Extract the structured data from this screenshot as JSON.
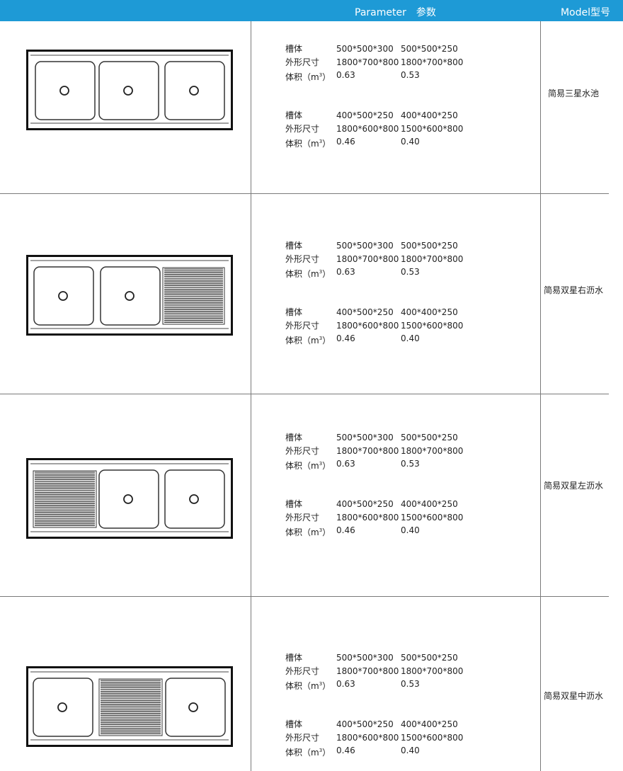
{
  "header": {
    "parameter_en": "Parameter",
    "parameter_cn": "参数",
    "model": "Model型号"
  },
  "labels": {
    "tank": "槽体",
    "dims": "外形尺寸",
    "volume_prefix": "体积（m",
    "volume_sup": "3",
    "volume_suffix": "）"
  },
  "rows": [
    {
      "model": "简易三星水池",
      "sink_type": "triple-bowl",
      "groups": [
        {
          "tank": [
            "500*500*300",
            "500*500*250"
          ],
          "dims": [
            "1800*700*800",
            "1800*700*800"
          ],
          "volume": [
            "0.63",
            "0.53"
          ]
        },
        {
          "tank": [
            "400*500*250",
            "400*400*250"
          ],
          "dims": [
            "1800*600*800",
            "1500*600*800"
          ],
          "volume": [
            "0.46",
            "0.40"
          ]
        }
      ]
    },
    {
      "model": "简易双星右沥水",
      "sink_type": "double-bowl-right-drainboard",
      "groups": [
        {
          "tank": [
            "500*500*300",
            "500*500*250"
          ],
          "dims": [
            "1800*700*800",
            "1800*700*800"
          ],
          "volume": [
            "0.63",
            "0.53"
          ]
        },
        {
          "tank": [
            "400*500*250",
            "400*400*250"
          ],
          "dims": [
            "1800*600*800",
            "1500*600*800"
          ],
          "volume": [
            "0.46",
            "0.40"
          ]
        }
      ]
    },
    {
      "model": "简易双星左沥水",
      "sink_type": "double-bowl-left-drainboard",
      "groups": [
        {
          "tank": [
            "500*500*300",
            "500*500*250"
          ],
          "dims": [
            "1800*700*800",
            "1800*700*800"
          ],
          "volume": [
            "0.63",
            "0.53"
          ]
        },
        {
          "tank": [
            "400*500*250",
            "400*400*250"
          ],
          "dims": [
            "1800*600*800",
            "1500*600*800"
          ],
          "volume": [
            "0.46",
            "0.40"
          ]
        }
      ]
    },
    {
      "model": "简易双星中沥水",
      "sink_type": "double-bowl-center-drainboard",
      "groups": [
        {
          "tank": [
            "500*500*300",
            "500*500*250"
          ],
          "dims": [
            "1800*700*800",
            "1800*700*800"
          ],
          "volume": [
            "0.63",
            "0.53"
          ]
        },
        {
          "tank": [
            "400*500*250",
            "400*400*250"
          ],
          "dims": [
            "1800*600*800",
            "1500*600*800"
          ],
          "volume": [
            "0.46",
            "0.40"
          ]
        }
      ]
    }
  ]
}
